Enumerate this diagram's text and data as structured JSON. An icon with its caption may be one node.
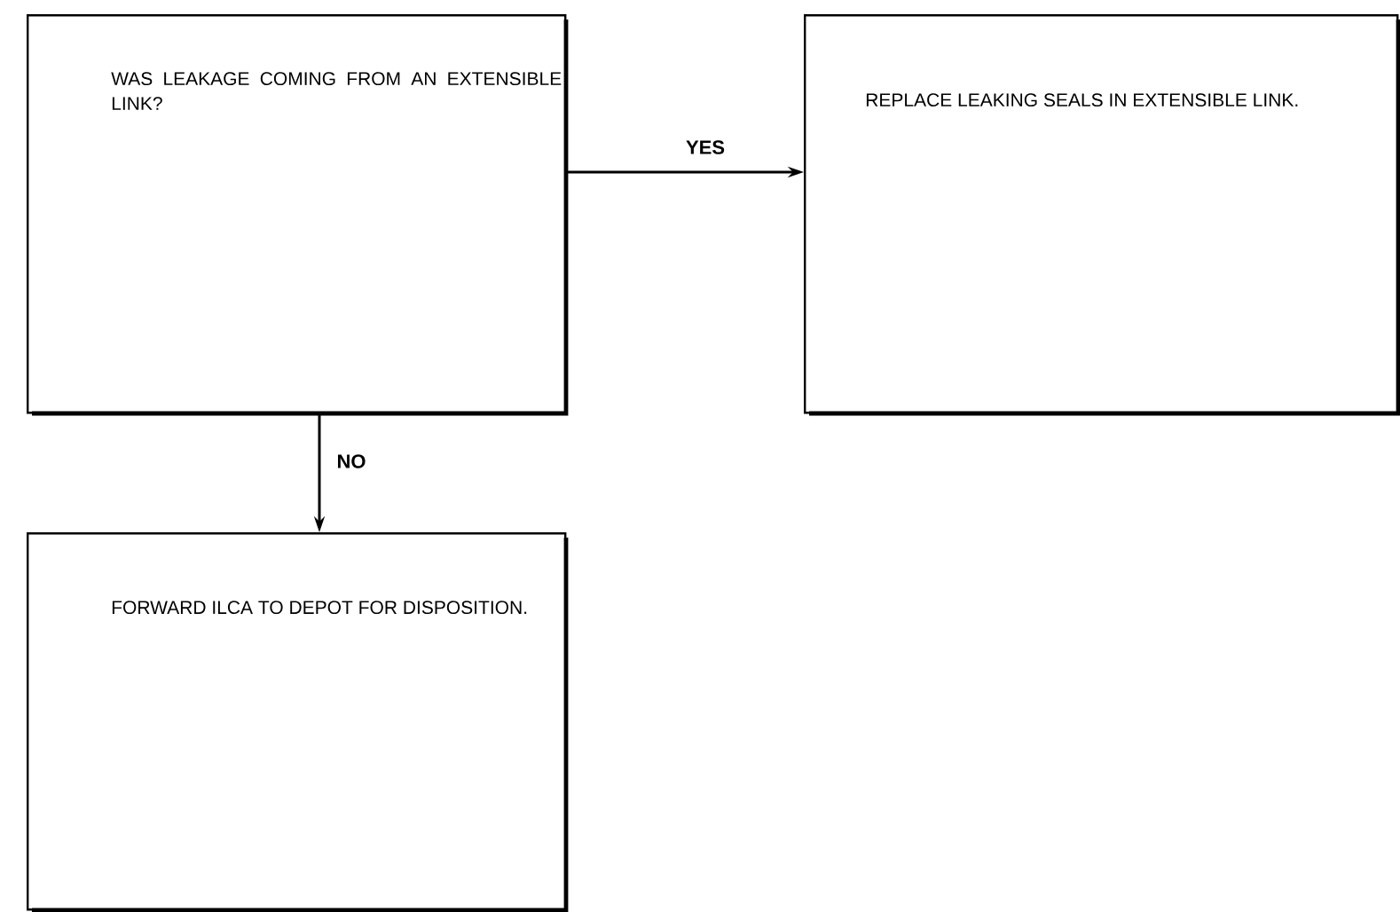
{
  "diagram": {
    "nodes": [
      {
        "text": [
          "WAS LEAKAGE COMING FROM AN EXTENSIBLE LINK?"
        ]
      },
      {
        "text": [
          "REPLACE LEAKING SEALS IN EXTENSIBLE LINK."
        ]
      },
      {
        "text": [
          "FORWARD ILCA TO DEPOT FOR DISPOSITION."
        ]
      }
    ],
    "edges": [
      {
        "from": 0,
        "to": 1,
        "arrow": "to",
        "label": "YES"
      },
      {
        "from": 0,
        "to": 2,
        "arrow": "to",
        "label": "NO"
      }
    ]
  }
}
